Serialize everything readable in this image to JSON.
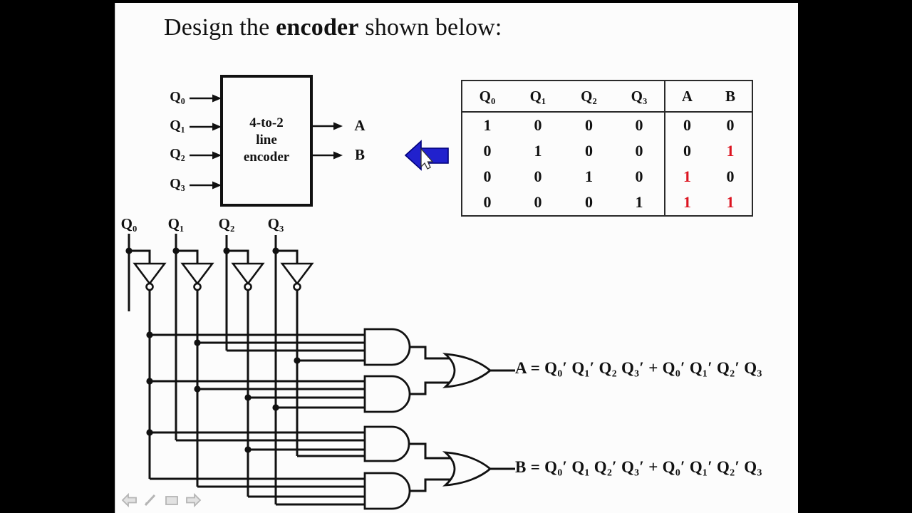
{
  "title": {
    "prefix": "Design the ",
    "bold": "encoder",
    "suffix": " shown below:"
  },
  "block": {
    "inputs": [
      "Q₀",
      "Q₁",
      "Q₂",
      "Q₃"
    ],
    "label_lines": [
      "4-to-2",
      "line",
      "encoder"
    ],
    "outputs": [
      "A",
      "B"
    ]
  },
  "table": {
    "headers": [
      "Q₀",
      "Q₁",
      "Q₂",
      "Q₃",
      "A",
      "B"
    ],
    "rows": [
      [
        {
          "t": "1"
        },
        {
          "t": "0"
        },
        {
          "t": "0"
        },
        {
          "t": "0"
        },
        {
          "t": "0"
        },
        {
          "t": "0"
        }
      ],
      [
        {
          "t": "0"
        },
        {
          "t": "1"
        },
        {
          "t": "0"
        },
        {
          "t": "0"
        },
        {
          "t": "0"
        },
        {
          "t": "1",
          "red": true
        }
      ],
      [
        {
          "t": "0"
        },
        {
          "t": "0"
        },
        {
          "t": "1"
        },
        {
          "t": "0"
        },
        {
          "t": "1",
          "red": true
        },
        {
          "t": "0"
        }
      ],
      [
        {
          "t": "0"
        },
        {
          "t": "0"
        },
        {
          "t": "0"
        },
        {
          "t": "1"
        },
        {
          "t": "1",
          "red": true
        },
        {
          "t": "1",
          "red": true
        }
      ]
    ],
    "red_color": "#dc1420"
  },
  "circuit": {
    "input_labels": [
      "Q₀",
      "Q₁",
      "Q₂",
      "Q₃"
    ],
    "equation_a": "A = Q₀′ Q₁′ Q₂ Q₃′ + Q₀′ Q₁′ Q₂′ Q₃",
    "equation_b": "B = Q₀′ Q₁ Q₂′ Q₃′ + Q₀′ Q₁′ Q₂′ Q₃"
  },
  "pointer": {
    "arrow_color": "#2121cd",
    "arrow_border": "#00007a"
  },
  "colors": {
    "ink": "#111111",
    "slide_bg": "#fcfcfc",
    "nav_gray": "#b5b5b5"
  }
}
